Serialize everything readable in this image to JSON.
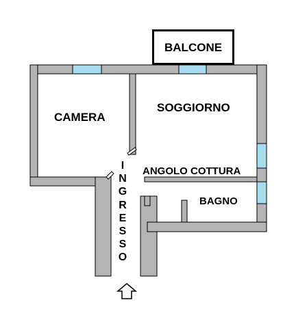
{
  "floorplan": {
    "rooms": {
      "balcone": "BALCONE",
      "camera": "CAMERA",
      "soggiorno": "SOGGIORNO",
      "angolo_cottura": "ANGOLO COTTURA",
      "bagno": "BAGNO",
      "ingresso": "INGRESSO"
    },
    "colors": {
      "wall": "#b4b4b4",
      "wall_outline": "#000000",
      "window": "#a6dcef",
      "background": "#ffffff"
    },
    "icons": {
      "entrance": "up-arrow-outline"
    }
  }
}
